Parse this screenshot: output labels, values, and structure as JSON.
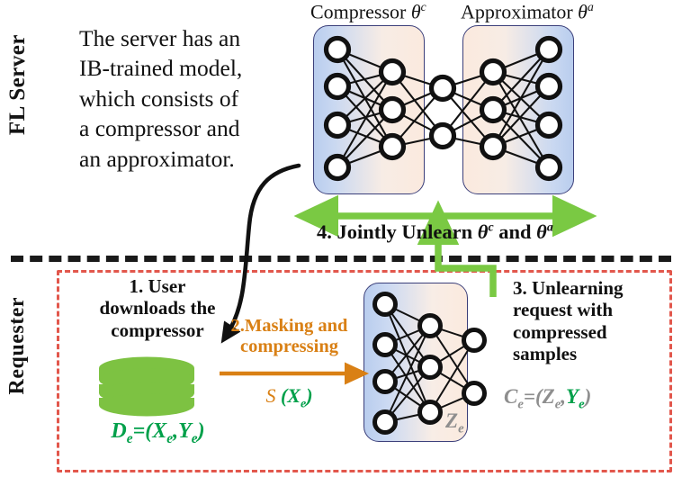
{
  "figure": {
    "sections": {
      "server_label": "FL Server",
      "requester_label": "Requester"
    },
    "server_text": {
      "line1": "The server has an",
      "line2": "IB-trained model,",
      "line3": "which consists of",
      "line4": "a compressor and",
      "line5": "an approximator."
    },
    "network_titles": {
      "compressor": "Compressor",
      "compressor_param": "θ",
      "compressor_sup": "c",
      "approximator": "Approximator",
      "approximator_param": "θ",
      "approximator_sup": "a"
    },
    "steps": {
      "step1_line1": "1. User",
      "step1_line2": "downloads the",
      "step1_line3": "compressor",
      "step2_line1": "2.Masking and",
      "step2_line2": "compressing",
      "step3_line1": "3. Unlearning",
      "step3_line2": "request with",
      "step3_line3": "compressed",
      "step3_line4": "samples",
      "step4_prefix": "4. Jointly Unlearn",
      "step4_theta_c": "θ",
      "step4_sup_c": "c",
      "step4_and": "and",
      "step4_theta_a": "θ",
      "step4_sup_a": "a"
    },
    "formulas": {
      "de": "D",
      "de_sub": "e",
      "de_eq": "=(X",
      "de_sub2": "e",
      "de_comma": ",Y",
      "de_sub3": "e",
      "de_close": ")",
      "s_symbol": "S",
      "s_open": " (X",
      "s_sub": "e",
      "s_close": ")",
      "ce": "C",
      "ce_sub": "e",
      "ce_eq": "=(Z",
      "ce_sub2": "e",
      "ce_comma": ",",
      "ce_y": "Y",
      "ce_sub3": "e",
      "ce_close": ")",
      "ze": "Z",
      "ze_sub": "e"
    },
    "colors": {
      "orange": "#d98015",
      "green": "#00a04a",
      "green_light": "#7dc242",
      "green_arrow": "#7ac943",
      "grey": "#8e8e8e",
      "red_dash": "#e2574c",
      "box_blue": "#b9cdee",
      "box_peach": "#fbeade",
      "box_border": "#3b3f7a",
      "black": "#1a1a1a"
    },
    "icons": {
      "database": "database-cylinder-icon",
      "green_double_arrow": "double-arrow-icon",
      "black_curve_arrow": "curved-arrow-icon",
      "orange_arrow": "right-arrow-icon",
      "green_elbow_arrow": "elbow-arrow-icon"
    },
    "network_structure": {
      "compressor_layers": [
        4,
        3
      ],
      "bottleneck": 2,
      "approximator_layers": [
        3,
        4
      ],
      "bottom_net_layers": [
        4,
        3,
        2
      ]
    }
  }
}
